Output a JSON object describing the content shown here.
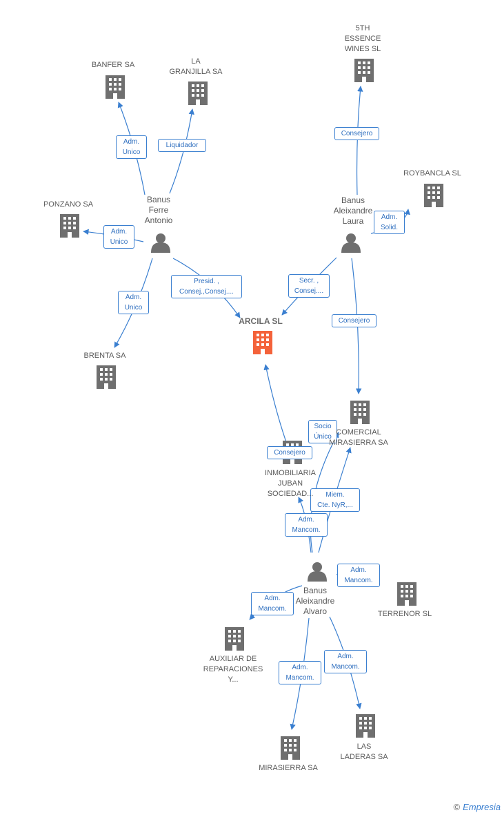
{
  "diagram": {
    "companies": [
      {
        "id": "c-arcila",
        "label": "ARCILA SL",
        "main": true,
        "color": "#f4623a"
      },
      {
        "id": "c-banfer",
        "label": "BANFER SA"
      },
      {
        "id": "c-granjilla",
        "label": "LA\nGRANJILLA SA"
      },
      {
        "id": "c-5th",
        "label": "5TH\nESSENCE\nWINES SL"
      },
      {
        "id": "c-roybancla",
        "label": "ROYBANCLA SL"
      },
      {
        "id": "c-ponzano",
        "label": "PONZANO SA"
      },
      {
        "id": "c-brenta",
        "label": "BRENTA SA"
      },
      {
        "id": "c-comercial",
        "label": "COMERCIAL\nMIRASIERRA SA"
      },
      {
        "id": "c-inmobiliaria",
        "label": "INMOBILIARIA\nJUBAN\nSOCIEDAD..."
      },
      {
        "id": "c-terrenor",
        "label": "TERRENOR SL"
      },
      {
        "id": "c-auxiliar",
        "label": "AUXILIAR DE\nREPARACIONES\nY..."
      },
      {
        "id": "c-mirasierra",
        "label": "MIRASIERRA SA"
      },
      {
        "id": "c-laderas",
        "label": "LAS\nLADERAS SA"
      }
    ],
    "people": [
      {
        "id": "p-antonio",
        "label": "Banus\nFerre\nAntonio"
      },
      {
        "id": "p-laura",
        "label": "Banus\nAleixandre\nLaura"
      },
      {
        "id": "p-alvaro",
        "label": "Banus\nAleixandre\nAlvaro"
      }
    ],
    "edges": [
      {
        "id": "e1",
        "label": "Adm.\nUnico"
      },
      {
        "id": "e2",
        "label": "Liquidador"
      },
      {
        "id": "e3",
        "label": "Adm.\nUnico"
      },
      {
        "id": "e4",
        "label": "Adm.\nUnico"
      },
      {
        "id": "e5",
        "label": "Presid. ,\nConsej.,Consej...."
      },
      {
        "id": "e6",
        "label": "Consejero"
      },
      {
        "id": "e7",
        "label": "Adm.\nSolid."
      },
      {
        "id": "e8",
        "label": "Secr. ,\nConsej...."
      },
      {
        "id": "e9",
        "label": "Consejero"
      },
      {
        "id": "e10",
        "label": "Consejero"
      },
      {
        "id": "e11",
        "label": "Socio\nÚnico"
      },
      {
        "id": "e12",
        "label": "Miem.\nCte. NyR,..."
      },
      {
        "id": "e13",
        "label": "Adm.\nMancom."
      },
      {
        "id": "e14",
        "label": "Adm.\nMancom."
      },
      {
        "id": "e15",
        "label": "Adm.\nMancom."
      },
      {
        "id": "e16",
        "label": "Adm.\nMancom."
      },
      {
        "id": "e17",
        "label": "Adm.\nMancom."
      }
    ],
    "colors": {
      "node": "#6f6f6f",
      "main": "#f4623a",
      "edge": "#3a7fd0"
    }
  },
  "footer": {
    "copyright": "©",
    "brand": "Empresia"
  }
}
